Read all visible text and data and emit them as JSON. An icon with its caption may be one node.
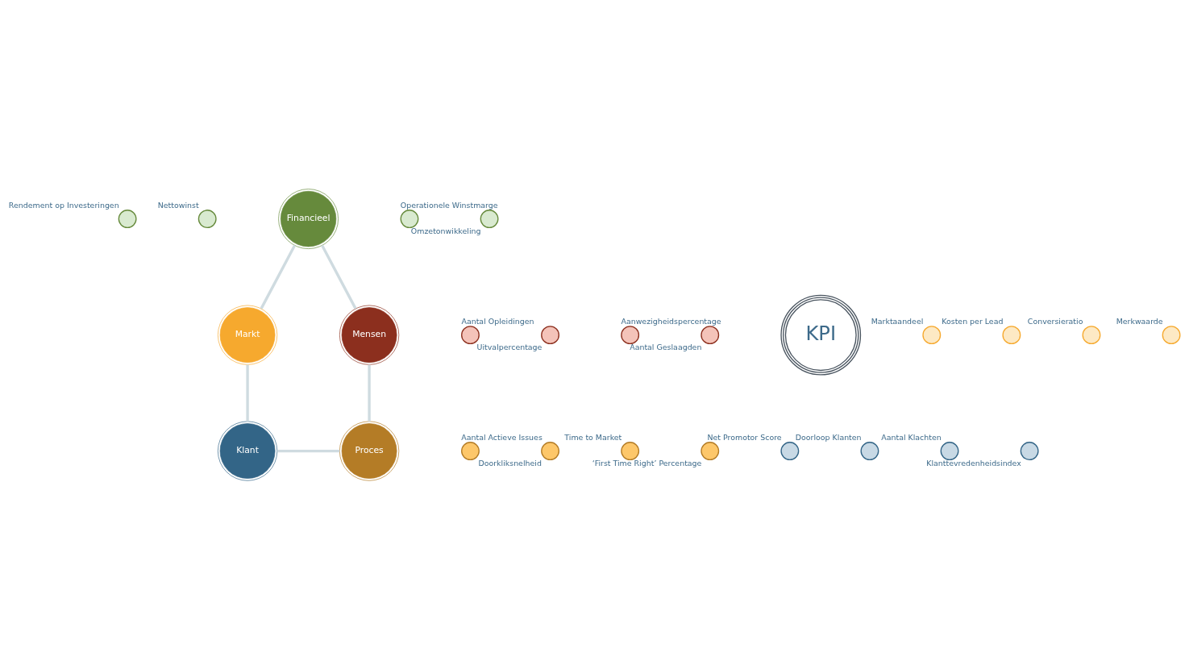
{
  "diagram": {
    "nodes": [
      {
        "text": [
          "Financieel"
        ]
      },
      {
        "text": [],
        "shape": "circle",
        "beside": [
          "Rendement op Investeringen"
        ]
      },
      {
        "text": [],
        "shape": "circle",
        "beside": [
          "Operationele Winstmarge"
        ]
      },
      {
        "text": [],
        "shape": "circle",
        "beside": [
          "Nettowinst"
        ]
      },
      {
        "text": [],
        "shape": "circle",
        "beside": [
          "Omzetonwikkeling"
        ]
      },
      {
        "text": [
          "Mensen"
        ]
      },
      {
        "text": [],
        "shape": "circle",
        "beside": [
          "Aantal Opleidingen"
        ]
      },
      {
        "text": [],
        "shape": "circle",
        "beside": [
          "Uitvalpercentage"
        ]
      },
      {
        "text": [],
        "shape": "circle",
        "beside": [
          "Aanwezigheidspercentage"
        ]
      },
      {
        "text": [],
        "shape": "circle",
        "beside": [
          "Aantal Geslaagden"
        ]
      },
      {
        "text": [
          "KPI"
        ]
      },
      {
        "text": [
          "Markt"
        ]
      },
      {
        "text": [],
        "shape": "circle",
        "beside": [
          "Marktaandeel"
        ]
      },
      {
        "text": [],
        "shape": "circle",
        "beside": [
          "Kosten per Lead"
        ]
      },
      {
        "text": [],
        "shape": "circle",
        "beside": [
          "Conversieratio"
        ]
      },
      {
        "text": [],
        "shape": "circle",
        "beside": [
          "Merkwaarde"
        ]
      },
      {
        "text": [
          "Proces"
        ]
      },
      {
        "text": [],
        "shape": "circle",
        "beside": [
          "Aantal Actieve Issues"
        ]
      },
      {
        "text": [],
        "shape": "circle",
        "beside": [
          "Doorkliksnelheid"
        ]
      },
      {
        "text": [],
        "shape": "circle",
        "beside": [
          "Time to Market"
        ]
      },
      {
        "text": [],
        "shape": "circle",
        "beside": [
          "‘First Time Right’ Percentage"
        ]
      },
      {
        "text": [
          "Klant"
        ]
      },
      {
        "text": [],
        "shape": "circle",
        "beside": [
          "Net Promotor Score"
        ]
      },
      {
        "text": [],
        "shape": "circle",
        "beside": [
          "Doorloop Klanten"
        ]
      },
      {
        "text": [],
        "shape": "circle",
        "beside": [
          "Aantal Klachten"
        ]
      },
      {
        "text": [],
        "shape": "circle",
        "beside": [
          "Klanttevredenheidsindex"
        ]
      }
    ],
    "edges": [
      {
        "from": 0,
        "to": 11,
        "arrow": "none"
      },
      {
        "from": 11,
        "to": 21,
        "arrow": "none"
      },
      {
        "from": 21,
        "to": 16,
        "arrow": "none"
      },
      {
        "from": 5,
        "to": 16,
        "arrow": "none"
      },
      {
        "from": 0,
        "to": 5,
        "arrow": "none"
      }
    ]
  }
}
